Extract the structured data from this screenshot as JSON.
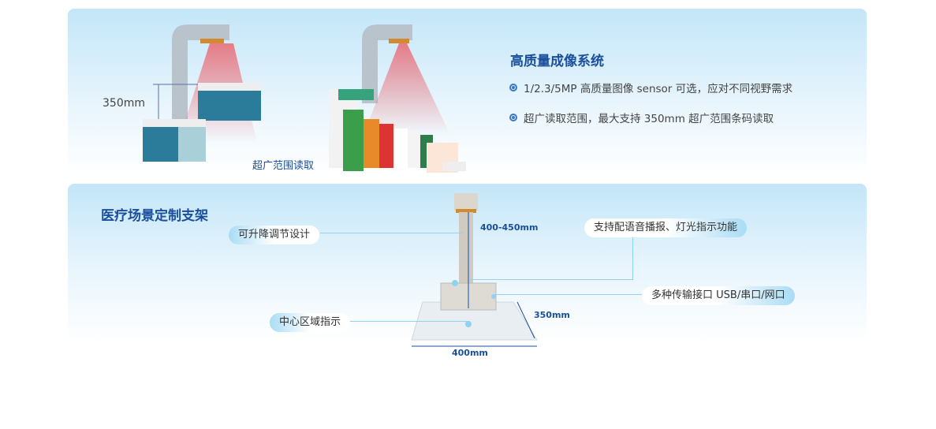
{
  "imaging": {
    "title": "高质量成像系统",
    "bullets": [
      "1/2.3/5MP 高质量图像 sensor 可选，应对不同视野需求",
      "超广读取范围，最大支持 350mm 超广范围条码读取"
    ],
    "distance_label": "350mm",
    "caption": "超广范围读取"
  },
  "stand": {
    "title": "医疗场景定制支架",
    "features": {
      "adjustable": "可升降调节设计",
      "voice": "支持配语音播报、灯光指示功能",
      "interfaces": "多种传输接口 USB/串口/网口",
      "center": "中心区域指示"
    },
    "dimensions": {
      "height": "400-450mm",
      "depth": "350mm",
      "width": "400mm"
    }
  },
  "colors": {
    "accent": "#1a4f9c",
    "laser": "#e8707a",
    "callout": "#8fd3f0"
  }
}
